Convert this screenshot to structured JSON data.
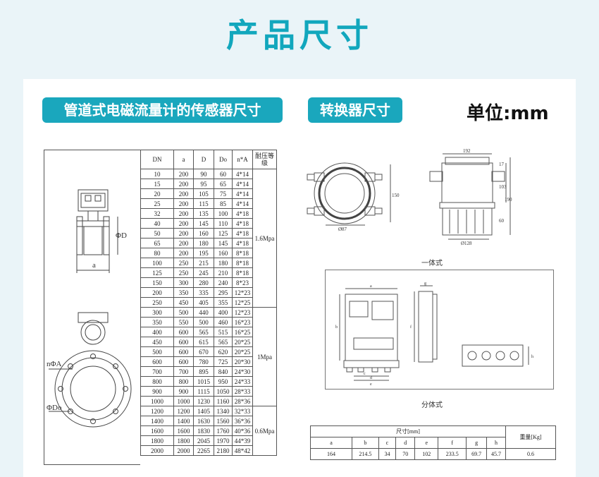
{
  "page_title": "产品尺寸",
  "sensor_heading": "管道式电磁流量计的传感器尺寸",
  "converter_heading": "转换器尺寸",
  "unit_label": "单位:mm",
  "sensor_table": {
    "headers": [
      "DN",
      "a",
      "D",
      "Do",
      "n*A",
      "耐压等级"
    ],
    "rows": [
      [
        "10",
        "200",
        "90",
        "60",
        "4*14"
      ],
      [
        "15",
        "200",
        "95",
        "65",
        "4*14"
      ],
      [
        "20",
        "200",
        "105",
        "75",
        "4*14"
      ],
      [
        "25",
        "200",
        "115",
        "85",
        "4*14"
      ],
      [
        "32",
        "200",
        "135",
        "100",
        "4*18"
      ],
      [
        "40",
        "200",
        "145",
        "110",
        "4*18"
      ],
      [
        "50",
        "200",
        "160",
        "125",
        "4*18"
      ],
      [
        "65",
        "200",
        "180",
        "145",
        "4*18"
      ],
      [
        "80",
        "200",
        "195",
        "160",
        "8*18"
      ],
      [
        "100",
        "250",
        "215",
        "180",
        "8*18"
      ],
      [
        "125",
        "250",
        "245",
        "210",
        "8*18"
      ],
      [
        "150",
        "300",
        "280",
        "240",
        "8*23"
      ],
      [
        "200",
        "350",
        "335",
        "295",
        "12*23"
      ],
      [
        "250",
        "450",
        "405",
        "355",
        "12*25"
      ],
      [
        "300",
        "500",
        "440",
        "400",
        "12*23"
      ],
      [
        "350",
        "550",
        "500",
        "460",
        "16*23"
      ],
      [
        "400",
        "600",
        "565",
        "515",
        "16*25"
      ],
      [
        "450",
        "600",
        "615",
        "565",
        "20*25"
      ],
      [
        "500",
        "600",
        "670",
        "620",
        "20*25"
      ],
      [
        "600",
        "600",
        "780",
        "725",
        "20*30"
      ],
      [
        "700",
        "700",
        "895",
        "840",
        "24*30"
      ],
      [
        "800",
        "800",
        "1015",
        "950",
        "24*33"
      ],
      [
        "900",
        "900",
        "1115",
        "1050",
        "28*33"
      ],
      [
        "1000",
        "1000",
        "1230",
        "1160",
        "28*36"
      ],
      [
        "1200",
        "1200",
        "1405",
        "1340",
        "32*33"
      ],
      [
        "1400",
        "1400",
        "1630",
        "1560",
        "36*36"
      ],
      [
        "1600",
        "1600",
        "1830",
        "1760",
        "40*36"
      ],
      [
        "1800",
        "1800",
        "2045",
        "1970",
        "44*39"
      ],
      [
        "2000",
        "2000",
        "2265",
        "2180",
        "48*42"
      ]
    ],
    "pressure_groups": [
      {
        "label": "1.6Mpa",
        "rows": 14
      },
      {
        "label": "1Mpa",
        "rows": 10
      },
      {
        "label": "0.6Mpa",
        "rows": 5
      }
    ]
  },
  "sensor_drawing_labels": {
    "phi_d": "ΦD",
    "a": "a",
    "n_phi_a": "nΦA",
    "phi_do": "ΦDo"
  },
  "integrated": {
    "caption": "一体式",
    "dims": {
      "w192": "192",
      "d150": "150",
      "h103": "103",
      "h190": "190",
      "h60": "60",
      "dia87": "Ø87",
      "dia128": "Ø128",
      "d17": "17"
    }
  },
  "split": {
    "caption": "分体式",
    "letters": {
      "a": "a",
      "b": "b",
      "c": "c",
      "d": "d",
      "e": "e",
      "f": "f",
      "g": "g",
      "h": "h"
    }
  },
  "converter_table": {
    "size_header": "尺寸[mm]",
    "weight_header": "重量[Kg]",
    "columns": [
      "a",
      "b",
      "c",
      "d",
      "e",
      "f",
      "g",
      "h"
    ],
    "values": [
      "164",
      "214.5",
      "34",
      "70",
      "102",
      "233.5",
      "69.7",
      "45.7"
    ],
    "weight": "0.6"
  }
}
